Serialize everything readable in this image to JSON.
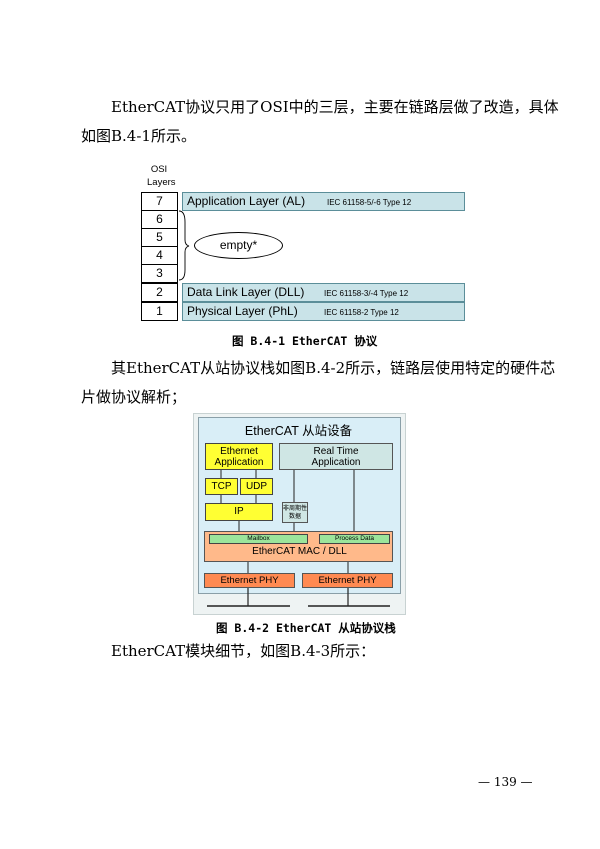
{
  "intro": {
    "line1": "EtherCAT协议只用了OSI中的三层，主要在链路层做了改造，具体",
    "line2": "如图B.4-1所示。"
  },
  "osi_figure": {
    "header_line1": "OSI",
    "header_line2": "Layers",
    "layers": [
      {
        "num": "7",
        "name": "Application Layer (AL)",
        "std": "IEC 61158-5/-6 Type 12"
      },
      {
        "num": "6"
      },
      {
        "num": "5"
      },
      {
        "num": "4"
      },
      {
        "num": "3"
      },
      {
        "num": "2",
        "name": "Data Link Layer (DLL)",
        "std": "IEC 61158-3/-4 Type 12"
      },
      {
        "num": "1",
        "name": "Physical Layer (PhL)",
        "std": "IEC 61158-2 Type 12"
      }
    ],
    "empty_label": "empty*",
    "caption": "图 B.4-1  EtherCAT 协议"
  },
  "para2": {
    "line1": "其EtherCAT从站协议栈如图B.4-2所示，链路层使用特定的硬件芯",
    "line2": "片做协议解析；"
  },
  "slave_figure": {
    "title": "EtherCAT 从站设备",
    "ethernet_app": "Ethernet Application",
    "realtime_app": "Real Time Application",
    "tcp": "TCP",
    "udp": "UDP",
    "ip": "IP",
    "acyclic": "非周期性数据",
    "mailbox": "Mailbox",
    "process_data": "Process Data",
    "mac": "EtherCAT MAC / DLL",
    "phy1": "Ethernet PHY",
    "phy2": "Ethernet PHY",
    "caption": "图 B.4-2  EtherCAT 从站协议栈"
  },
  "para3": "EtherCAT模块细节，如图B.4-3所示：",
  "page_number": "— 139 —",
  "colors": {
    "layer_bar": "#c9e3e8",
    "stack_bg": "#d9eef7",
    "yellow": "#ffff33",
    "green": "#9be59b",
    "orange": "#ffb98a",
    "phy": "#ff8a52"
  }
}
